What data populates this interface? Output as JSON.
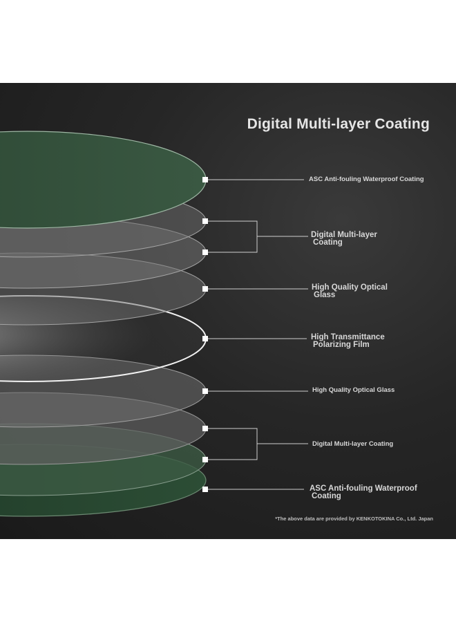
{
  "title": "Digital Multi-layer Coating",
  "layers": [
    {
      "line1": "ASC Anti-fouling Waterproof Coating",
      "line2": ""
    },
    {
      "line1": "Digital Multi-layer",
      "line2": "Coating"
    },
    {
      "line1": "High Quality Optical",
      "line2": "Glass"
    },
    {
      "line1": "High Transmittance",
      "line2": "Polarizing Film"
    },
    {
      "line1": "High Quality Optical Glass",
      "line2": ""
    },
    {
      "line1": "Digital Multi-layer Coating",
      "line2": ""
    },
    {
      "line1": "ASC Anti-fouling Waterproof",
      "line2": "Coating"
    }
  ],
  "source_note": "*The above data are provided by KENKOTOKINA Co., Ltd. Japan",
  "colors": {
    "background": "#222222",
    "green_layer": "#2e4a36",
    "gray_layer": "#6a6a6a",
    "line": "#d0d0d0"
  }
}
